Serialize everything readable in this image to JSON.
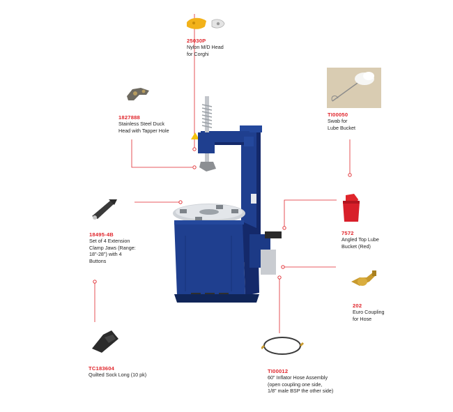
{
  "callouts": [
    {
      "id": "nylon-head",
      "code": "25030P",
      "desc": "Nylon M/D Head\nfor Corghi"
    },
    {
      "id": "duck-head",
      "code": "1827888",
      "desc": "Stainless Steel Duck\nHead with Tapper Hole"
    },
    {
      "id": "swab",
      "code": "TI00050",
      "desc": "Swab for\nLube Bucket"
    },
    {
      "id": "clamp-jaws",
      "code": "18495-4B",
      "desc": "Set of 4 Extension\nClamp Jaws (Range:\n18\"-28\") with 4\nButtons"
    },
    {
      "id": "lube-bucket",
      "code": "7572",
      "desc": "Angled Top Lube\nBucket (Red)"
    },
    {
      "id": "euro-coupling",
      "code": "202",
      "desc": "Euro Coupling\nfor Hose"
    },
    {
      "id": "sock-long",
      "code": "TC183604",
      "desc": "Quilted Sock Long (10 pk)"
    },
    {
      "id": "inflator-hose",
      "code": "TI00012",
      "desc": "60\" Inflator Hose Assembly\n(open coupling one side,\n1/8\" male BSP the other side)"
    }
  ],
  "colors": {
    "accent": "#e0252b",
    "machine": "#1f3f8f",
    "machine_dark": "#14296a",
    "steel": "#b9bec4"
  }
}
